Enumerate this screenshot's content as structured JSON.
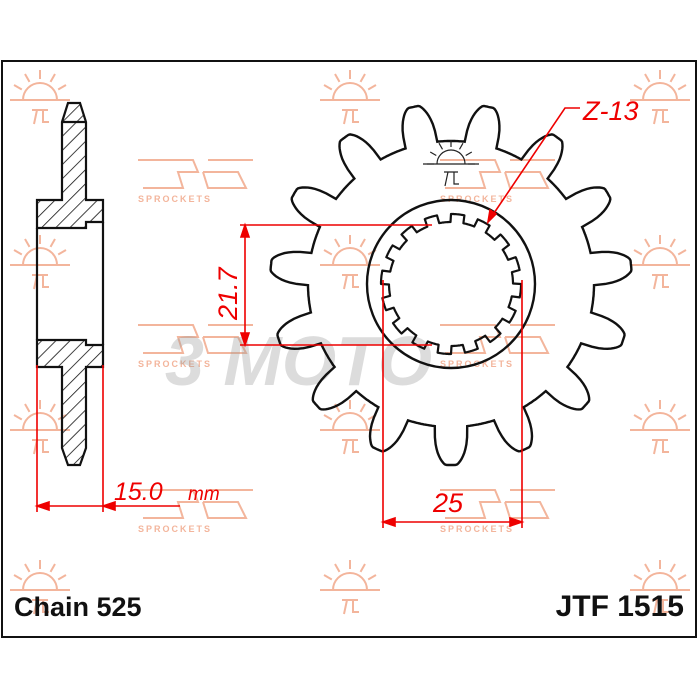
{
  "drawing": {
    "chain_label": "Chain 525",
    "part_number": "JTF 1515",
    "teeth_label": "Z-13",
    "dim_spline_height": "21.7",
    "dim_spline_width": "25",
    "dim_thickness": "15.0",
    "dim_thickness_unit": "mm",
    "watermark_text": "SPROCKETS",
    "watermark_logo": "3 MOTO"
  },
  "colors": {
    "outline": "#111111",
    "dimension": "#e00000",
    "watermark": "#f3b59c"
  }
}
